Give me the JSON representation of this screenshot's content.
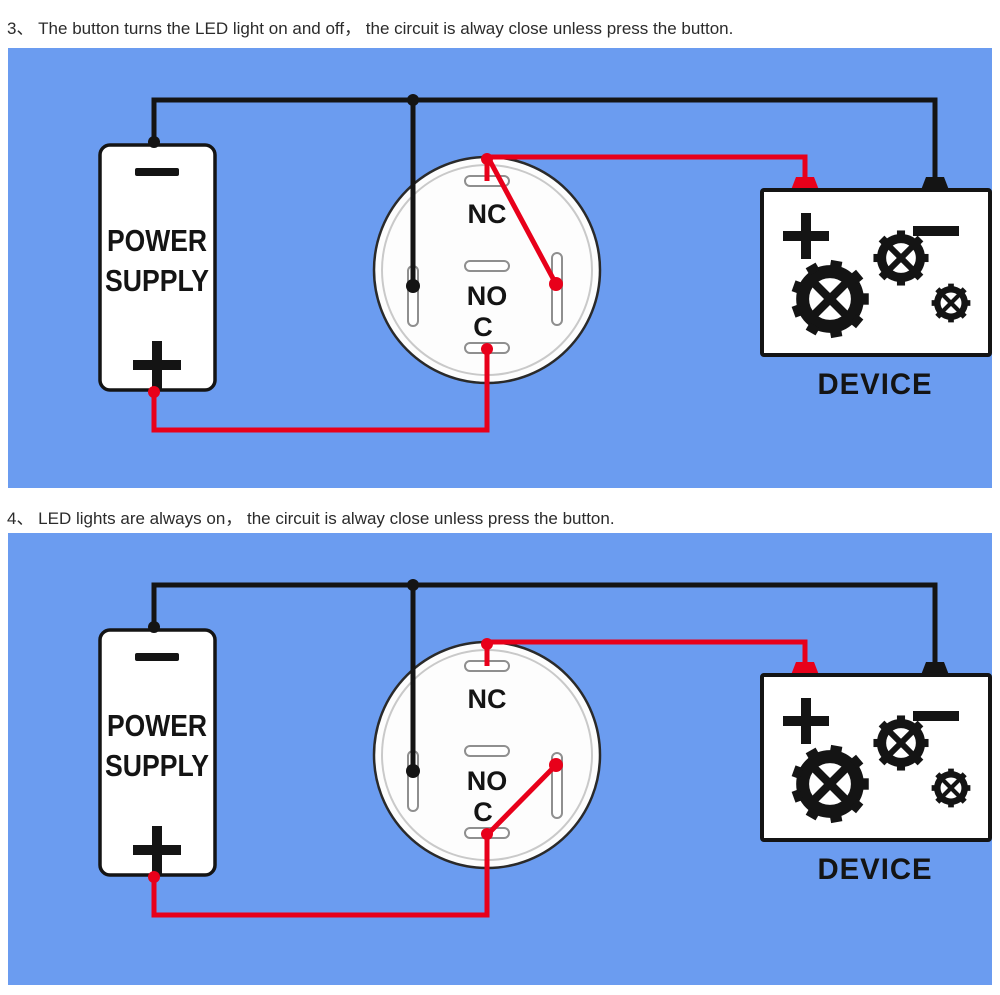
{
  "colors": {
    "panel-blue": "#6b9cf0",
    "wire-red": "#e8001a",
    "wire-black": "#141414",
    "caption-text": "#2b2b2b"
  },
  "captions": {
    "step3": "3、 The button turns the LED light on and off， the circuit is alway close unless press the button.",
    "step4": "4、 LED lights are always on， the circuit is alway close unless press the button."
  },
  "diagram": {
    "power_supply": {
      "line1": "POWER",
      "line2": "SUPPLY"
    },
    "button_terminals": {
      "nc": "NC",
      "no": "NO",
      "c": "C"
    },
    "device_label": "DEVICE"
  }
}
